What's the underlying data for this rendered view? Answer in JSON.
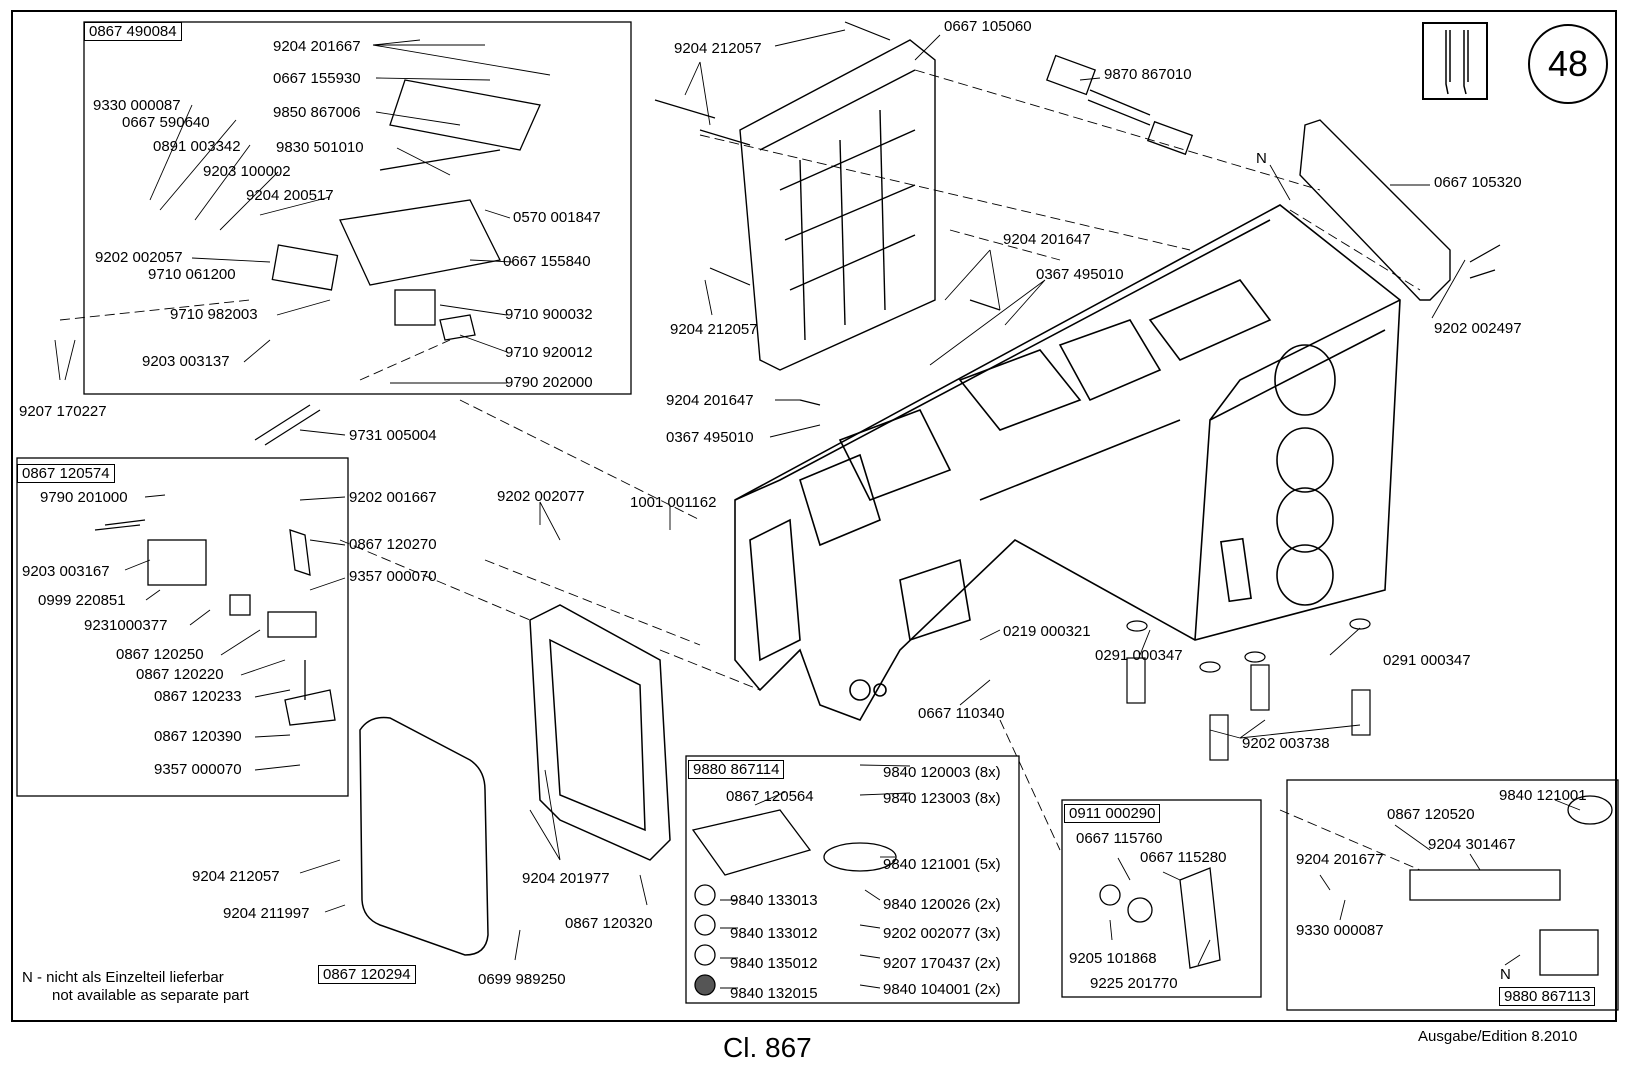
{
  "page": {
    "number": "48",
    "model": "Cl. 867",
    "edition": "Ausgabe/Edition  8.2010"
  },
  "notes": {
    "line1": "N - nicht als Einzelteil lieferbar",
    "line2": "not available as separate part"
  },
  "icons": {
    "needle": "needle-icon",
    "page": "page-number-circle"
  },
  "boxes": {
    "b1": "0867 490084",
    "b2": "0867 120574",
    "b3": "9880 867114",
    "b4": "0911 000290",
    "b5": "9880 867113",
    "b6": "0867 120294"
  },
  "labels": {
    "l01": "9204 201667",
    "l02": "0667 155930",
    "l03": "9850 867006",
    "l04": "9330 000087",
    "l05": "0667 590640",
    "l06": "0891 003342",
    "l07": "9830 501010",
    "l08": "9203 100002",
    "l09": "9204 200517",
    "l10": "0570 001847",
    "l11": "9202 002057",
    "l12": "9710 061200",
    "l13": "0667 155840",
    "l14": "9710 982003",
    "l15": "9710 900032",
    "l16": "9710 920012",
    "l17": "9203 003137",
    "l18": "9790 202000",
    "l19": "9207 170227",
    "l20": "9731 005004",
    "l21": "9790 201000",
    "l22": "9202 001667",
    "l23": "0867 120270",
    "l24": "9203 003167",
    "l25": "9357 000070",
    "l26": "0999 220851",
    "l27": "9231000377",
    "l28": "0867 120250",
    "l29": "0867 120220",
    "l30": "0867 120233",
    "l31": "0867 120390",
    "l32": "9357 000070",
    "l33": "9204 212057",
    "l34": "0667 105060",
    "l35": "9870 867010",
    "l36": "N",
    "l37": "0667 105320",
    "l38": "9204 212057",
    "l39": "9204 201647",
    "l40": "0367 495010",
    "l41": "9202 002497",
    "l42": "9204 201647",
    "l43": "0367 495010",
    "l44": "9202 002077",
    "l45": "1001 001162",
    "l46": "0219 000321",
    "l47": "0291 000347",
    "l48": "0291 000347",
    "l49": "0667 110340",
    "l50": "9202 003738",
    "l51": "9840 120003 (8x)",
    "l52": "9840 123003 (8x)",
    "l53": "0867 120564",
    "l54": "9840 121001 (5x)",
    "l55": "9840 133013",
    "l56": "9840 120026 (2x)",
    "l57": "9840 133012",
    "l58": "9202 002077 (3x)",
    "l59": "9840 135012",
    "l60": "9207 170437 (2x)",
    "l61": "9840 132015",
    "l62": "9840 104001 (2x)",
    "l63": "9204 212057",
    "l64": "9204 211997",
    "l65": "9204 201977",
    "l66": "0867 120320",
    "l67": "0699 989250",
    "l68": "0667 115760",
    "l69": "0667 115280",
    "l70": "9205 101868",
    "l71": "9225 201770",
    "l72": "9840 121001",
    "l73": "0867 120520",
    "l74": "9204 301467",
    "l75": "9204 201677",
    "l76": "9330 000087",
    "l77": "N"
  }
}
